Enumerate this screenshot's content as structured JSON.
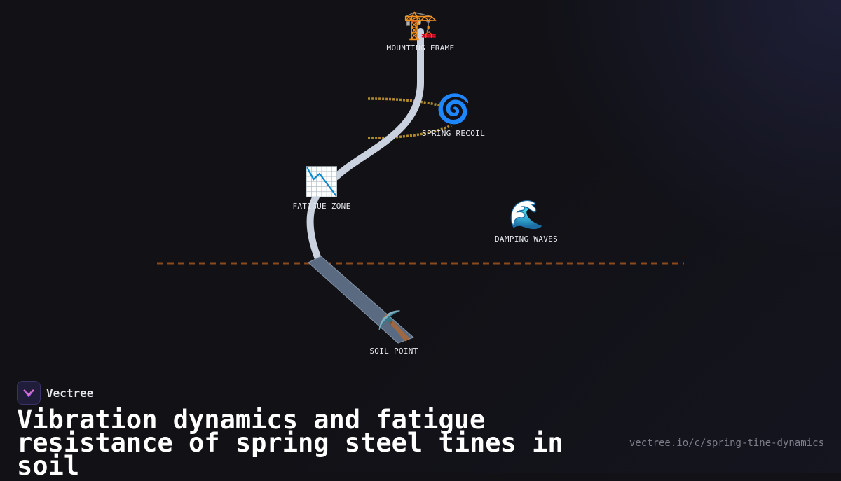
{
  "diagram": {
    "nodes": {
      "mounting_frame": {
        "label": "MOUNTING FRAME",
        "icon": "construction-crane-icon",
        "glyph": "🏗️"
      },
      "spring_recoil": {
        "label": "SPRING RECOIL",
        "icon": "cyclone-icon",
        "glyph": "🌀"
      },
      "fatigue_zone": {
        "label": "FATIGUE ZONE",
        "icon": "chart-decreasing-icon",
        "glyph": "📉"
      },
      "damping_waves": {
        "label": "DAMPING WAVES",
        "icon": "water-wave-icon",
        "glyph": "🌊"
      },
      "soil_point": {
        "label": "SOIL POINT",
        "icon": "pick-icon",
        "glyph": "⛏️"
      }
    },
    "colors": {
      "tine": "#c9d2de",
      "tine_tip": "#5a6a80",
      "recoil_lines": "#b08a2a",
      "soil_line": "#8a4a1c"
    }
  },
  "brand": {
    "name": "Vectree"
  },
  "title": "Vibration dynamics and fatigue resistance of spring steel tines in soil",
  "url": "vectree.io/c/spring-tine-dynamics"
}
